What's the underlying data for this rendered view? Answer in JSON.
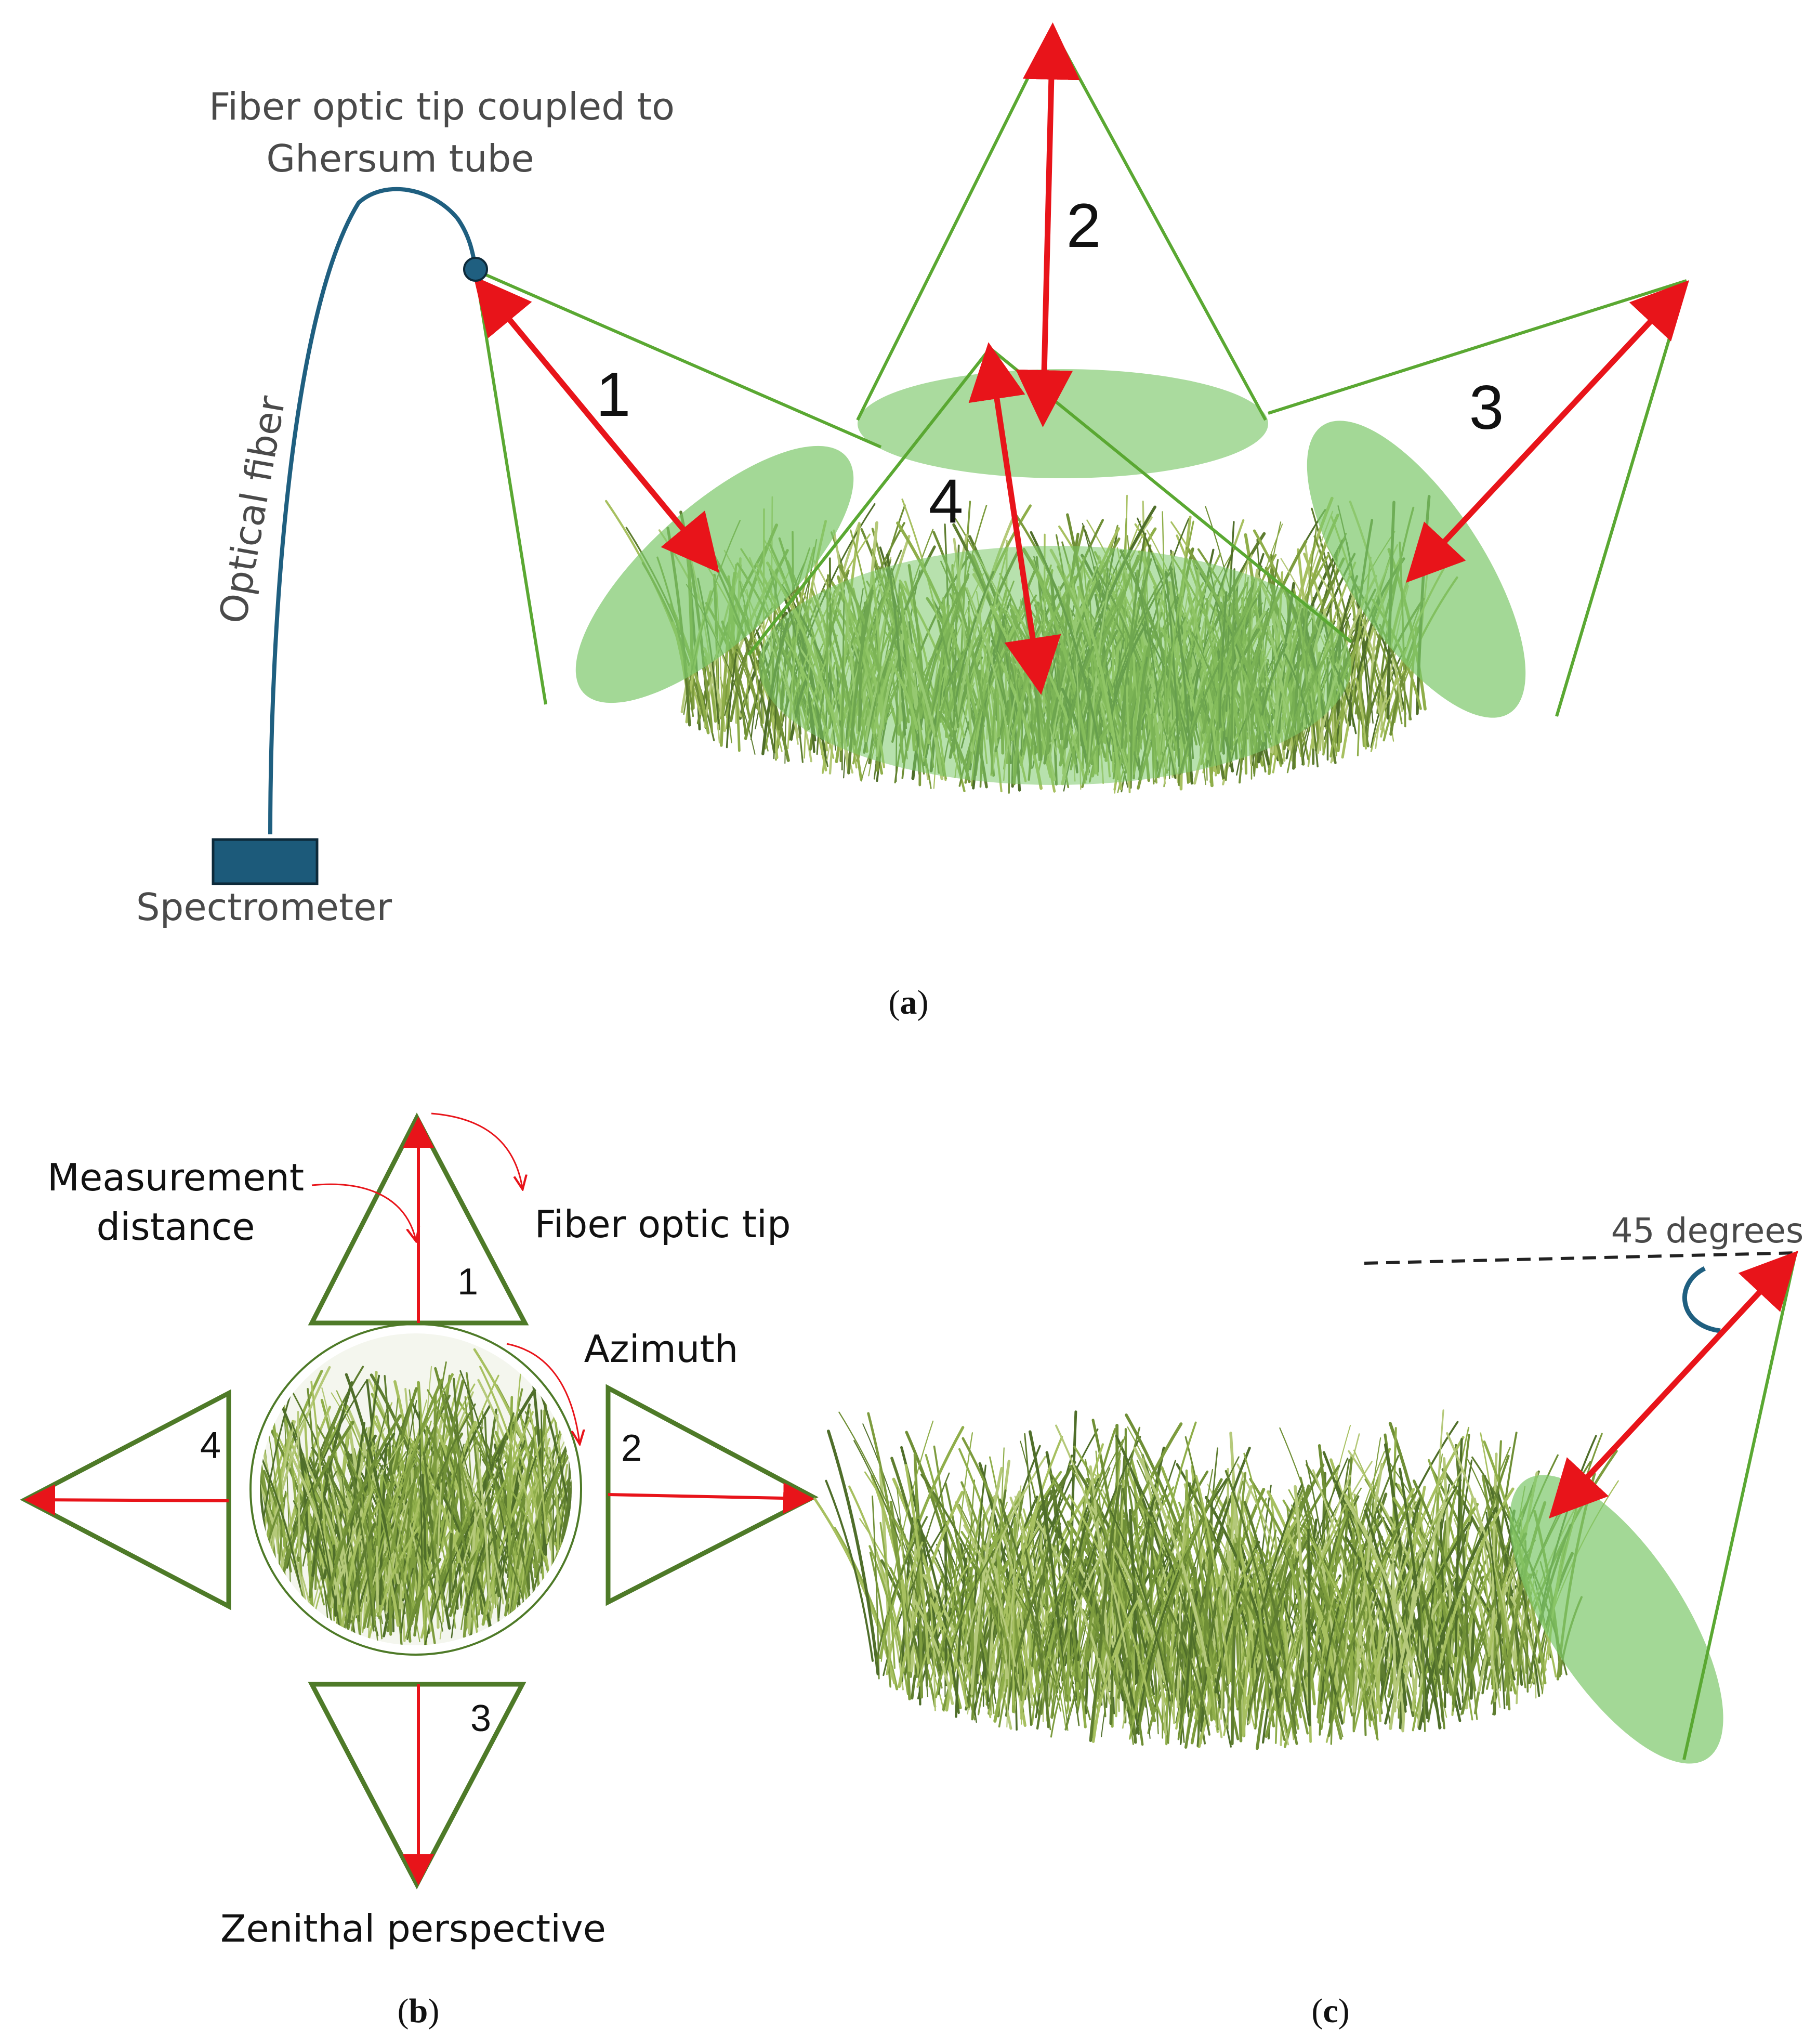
{
  "panel_a": {
    "fiber_tip_line1": "Fiber optic tip coupled to",
    "fiber_tip_line2": "Ghersum tube",
    "optical_fiber": "Optical fiber",
    "spectrometer": "Spectrometer",
    "positions": [
      "1",
      "2",
      "3",
      "4"
    ],
    "caption_open": "(",
    "caption_letter": "a",
    "caption_close": ")"
  },
  "panel_b": {
    "measurement_line1": "Measurement",
    "measurement_line2": "distance",
    "fiber_optic_tip": "Fiber optic tip",
    "azimuth": "Azimuth",
    "zenithal": "Zenithal perspective",
    "positions": [
      "1",
      "2",
      "3",
      "4"
    ],
    "caption_open": "(",
    "caption_letter": "b",
    "caption_close": ")"
  },
  "panel_c": {
    "angle_label": "45 degrees",
    "caption_open": "(",
    "caption_letter": "c",
    "caption_close": ")"
  },
  "colors": {
    "cone_line": "#5aa832",
    "footprint_fill": "#7cc86a",
    "arrow": "#e8141a",
    "fiber": "#1f5f80",
    "spectrometer": "#1c5a7a",
    "triangle_outline": "#4e7a28",
    "grass_light": "#9fbb5a",
    "grass_dark": "#4f6e2a"
  }
}
